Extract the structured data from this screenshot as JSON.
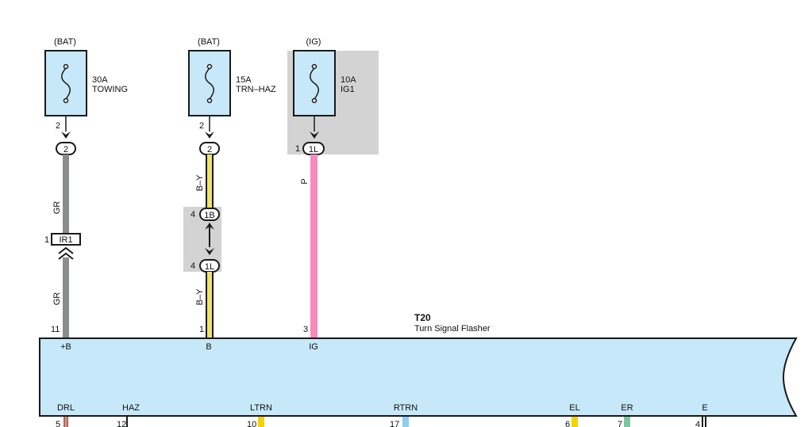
{
  "colors": {
    "fuse_fill": "#c6e8f8",
    "component_fill": "#c6e8f8",
    "shade": "#d3d3d4",
    "outline": "#1a1a1a",
    "wire_gr": "#8a8c8f",
    "wire_by_stripe": "#f1e26e",
    "wire_p": "#f48cbd",
    "wire_yellow": "#f3d300",
    "wire_blue": "#8dd0ee",
    "wire_green": "#7cc7a0",
    "wire_red": "#e05050"
  },
  "fuses": [
    {
      "supply": "(BAT)",
      "rating": "30A",
      "name": "TOWING",
      "pin": "2",
      "connector": "2"
    },
    {
      "supply": "(BAT)",
      "rating": "15A",
      "name": "TRN–HAZ",
      "pin": "2",
      "connector": "2"
    },
    {
      "supply": "(IG)",
      "rating": "10A",
      "name": "IG1",
      "pin": "1",
      "connector": "1L"
    }
  ],
  "wire_labels": {
    "gr_upper": "GR",
    "gr_lower": "GR",
    "by_upper": "B–Y",
    "by_lower": "B–Y",
    "p": "P"
  },
  "junction_ir1": {
    "pin": "1",
    "label": "IR1"
  },
  "junction_1b": {
    "pin": "4",
    "label": "1B"
  },
  "junction_1l": {
    "pin": "4",
    "label": "1L"
  },
  "component": {
    "code": "T20",
    "name": "Turn Signal Flasher",
    "top_pins": [
      {
        "num": "11",
        "label": "+B"
      },
      {
        "num": "1",
        "label": "B"
      },
      {
        "num": "3",
        "label": "IG"
      }
    ],
    "bottom_pins": [
      {
        "num": "5",
        "label": "DRL"
      },
      {
        "num": "12",
        "label": "HAZ"
      },
      {
        "num": "10",
        "label": "LTRN"
      },
      {
        "num": "17",
        "label": "RTRN"
      },
      {
        "num": "6",
        "label": "EL"
      },
      {
        "num": "7",
        "label": "ER"
      },
      {
        "num": "4",
        "label": "E"
      }
    ]
  }
}
